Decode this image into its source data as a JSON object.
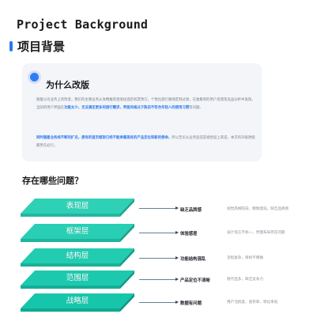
{
  "header": {
    "title_en": "Project Background",
    "title_cn": "项目背景"
  },
  "card": {
    "title": "为什么改版",
    "para1": {
      "pre": "随着公司业务上的改变，我们的主要业务从攻略推荐逐渐往酒店机票预订，个性化旅行路线定制过渡，在收集到的用户反馈及竞品分析中发现，当前的用户界面在",
      "hl1": "功能太少，无法满足更多的旅行需求，界面风格过于陈旧不符合年轻人的使用习惯",
      "post": "等问题。"
    },
    "para2": {
      "hl": "同时随着业务线不断的扩充，原有的首页框架已经不能承载现有的产品定位和新的使命，",
      "post": "所以无论从业务层还是视觉层上来说，本次的升级改版都势在必行。"
    }
  },
  "problems": {
    "title": "存在哪些问题？",
    "rows": [
      {
        "layer": "表现层",
        "issue": "缺乏品牌感",
        "desc": "视觉风格陈旧，精致度低，缺乏品牌感",
        "color_top": "#2fd1b6",
        "color_side": "#22b89f"
      },
      {
        "layer": "框架层",
        "issue": "体验感差",
        "desc": "设计语言不统一，界面布局存在问题",
        "color_top": "#28cfb4",
        "color_side": "#1eb59c"
      },
      {
        "layer": "结构层",
        "issue": "功能结构混乱",
        "desc": "流程复杂，目标不明确",
        "color_top": "#22ccb1",
        "color_side": "#19b198"
      },
      {
        "layer": "范围层",
        "issue": "产品定位不清晰",
        "desc": "替代品多，缺乏竞争力",
        "color_top": "#1cc9ae",
        "color_side": "#14ae95"
      },
      {
        "layer": "战略层",
        "issue": "数据有问题",
        "desc": "用户活跃度、留存率、转化率低",
        "color_top": "#16c6ab",
        "color_side": "#10aa91"
      }
    ]
  }
}
